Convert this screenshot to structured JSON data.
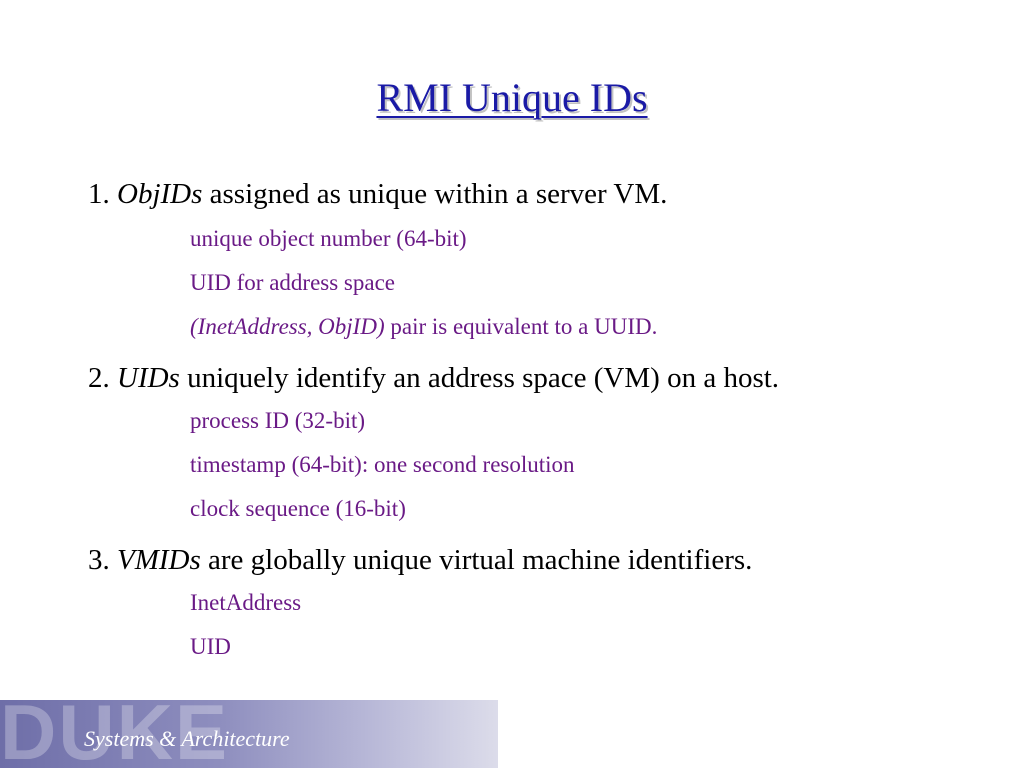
{
  "slide": {
    "title": "RMI Unique IDs",
    "points": [
      {
        "number": "1.",
        "term": "ObjIDs",
        "rest": "assigned as unique within a server VM.",
        "subpoints": [
          {
            "em": "",
            "text": "unique object number (64-bit)"
          },
          {
            "em": "",
            "text": "UID for address space"
          },
          {
            "em": "(InetAddress, ObjID)",
            "text": "pair is equivalent to a UUID."
          }
        ]
      },
      {
        "number": "2.",
        "term": "UIDs",
        "rest": "uniquely identify an address space (VM) on a host.",
        "subpoints": [
          {
            "em": "",
            "text": "process ID (32-bit)"
          },
          {
            "em": "",
            "text": "timestamp (64-bit): one second resolution"
          },
          {
            "em": "",
            "text": "clock sequence (16-bit)"
          }
        ]
      },
      {
        "number": "3.",
        "term": "VMIDs",
        "rest": "are globally unique virtual machine identifiers.",
        "subpoints": [
          {
            "em": "",
            "text": "InetAddress"
          },
          {
            "em": "",
            "text": "UID"
          }
        ]
      }
    ]
  },
  "footer": {
    "logo": "DUKE",
    "text": "Systems & Architecture"
  },
  "colors": {
    "title": "#1a1aa6",
    "subpoint": "#6a1a86",
    "main": "#000000",
    "footer_band": "#8f8fbf"
  }
}
